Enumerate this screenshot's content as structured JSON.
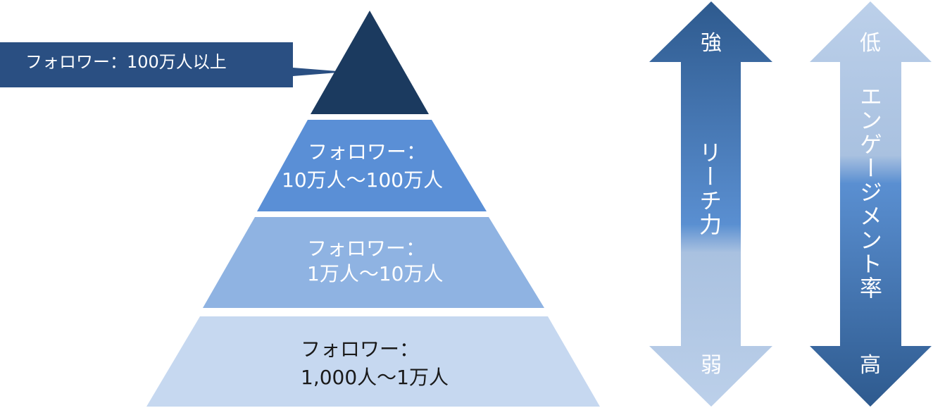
{
  "pyramid": {
    "top_callout": "フォロワー：100万人以上",
    "tiers": [
      {
        "line1": "フォロワー：",
        "line2": "10万人〜100万人"
      },
      {
        "line1": "フォロワー：",
        "line2": "1万人〜10万人"
      },
      {
        "line1": "フォロワー：",
        "line2": "1,000人〜1万人"
      }
    ]
  },
  "reach_arrow": {
    "top": "強",
    "label": "リーチ力",
    "bottom": "弱"
  },
  "engagement_arrow": {
    "top": "低",
    "label": "エンゲージメント率",
    "bottom": "高"
  },
  "colors": {
    "top_tier": "#1b3a5f",
    "tier2": "#5a8fd6",
    "tier3": "#8fb3e2",
    "tier4": "#c6d8f0",
    "callout": "#2a4f82"
  }
}
